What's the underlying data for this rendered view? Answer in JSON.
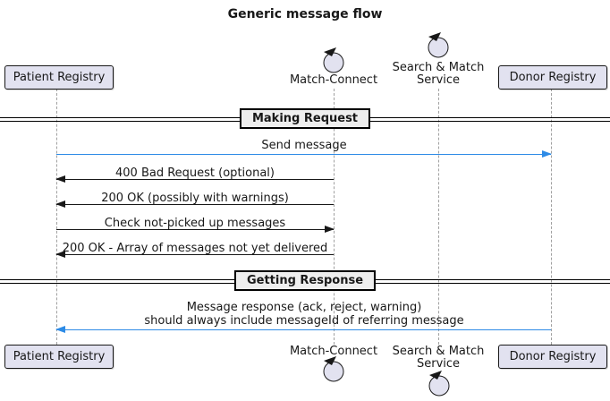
{
  "title": "Generic message flow",
  "colors": {
    "participant-fill": "#E2E2F0",
    "participant-border": "#181818",
    "divider-fill": "#EEEEEE",
    "arrow-black": "#181818",
    "arrow-blue": "#2D8BE6",
    "lifeline": "#A0A0A0"
  },
  "participants": [
    {
      "name": "Patient Registry",
      "type": "participant-box"
    },
    {
      "name": "Match-Connect",
      "type": "control"
    },
    {
      "name": "Search & Match Service",
      "line1": "Search & Match",
      "line2": "Service",
      "type": "control"
    },
    {
      "name": "Donor Registry",
      "type": "participant-box"
    }
  ],
  "dividers": [
    {
      "label": "Making Request"
    },
    {
      "label": "Getting Response"
    }
  ],
  "messages": [
    {
      "text": "Send message",
      "from": "Patient Registry",
      "to": "Donor Registry",
      "color": "blue"
    },
    {
      "text": "400 Bad Request (optional)",
      "from": "Match-Connect",
      "to": "Patient Registry",
      "color": "black"
    },
    {
      "text": "200 OK (possibly with warnings)",
      "from": "Match-Connect",
      "to": "Patient Registry",
      "color": "black"
    },
    {
      "text": "Check not-picked up messages",
      "from": "Patient Registry",
      "to": "Match-Connect",
      "color": "black"
    },
    {
      "text": "200 OK - Array of messages not yet delivered",
      "from": "Match-Connect",
      "to": "Patient Registry",
      "color": "black"
    },
    {
      "text": "Message response (ack, reject, warning) should always include messageId of referring message",
      "line1": "Message response (ack, reject, warning)",
      "line2": "should always include messageId of referring message",
      "from": "Donor Registry",
      "to": "Patient Registry",
      "color": "blue"
    }
  ]
}
